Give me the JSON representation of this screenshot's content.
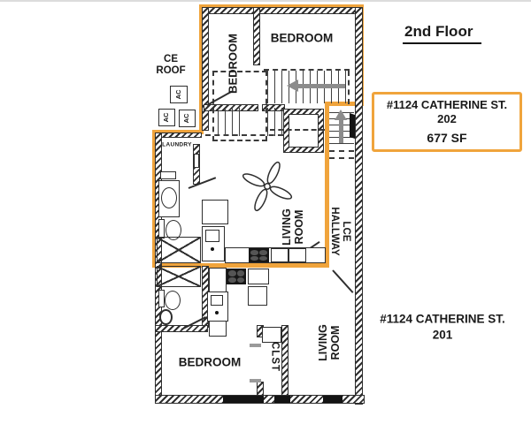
{
  "title": "2nd Floor",
  "info_box": {
    "address": "#1124 CATHERINE ST.",
    "unit": "202",
    "area": "677 SF"
  },
  "unit_201_label": {
    "address": "#1124 CATHERINE ST.",
    "unit": "201"
  },
  "rooms": {
    "bedroom_top_left": "BEDROOM",
    "bedroom_top_right": "BEDROOM",
    "ce_roof_line1": "CE",
    "ce_roof_line2": "ROOF",
    "ac": "AC",
    "laundry": "LAUNDRY",
    "living_202_line1": "LIVING",
    "living_202_line2": "ROOM",
    "hallway_line1": "LCE",
    "hallway_line2": "HALLWAY",
    "bedroom_201": "BEDROOM",
    "clst": "CLST",
    "living_201_line1": "LIVING",
    "living_201_line2": "ROOM"
  },
  "colors": {
    "highlight": "#F0A43C",
    "wall": "#2E2E2E",
    "arrow": "#8C8C8C"
  }
}
